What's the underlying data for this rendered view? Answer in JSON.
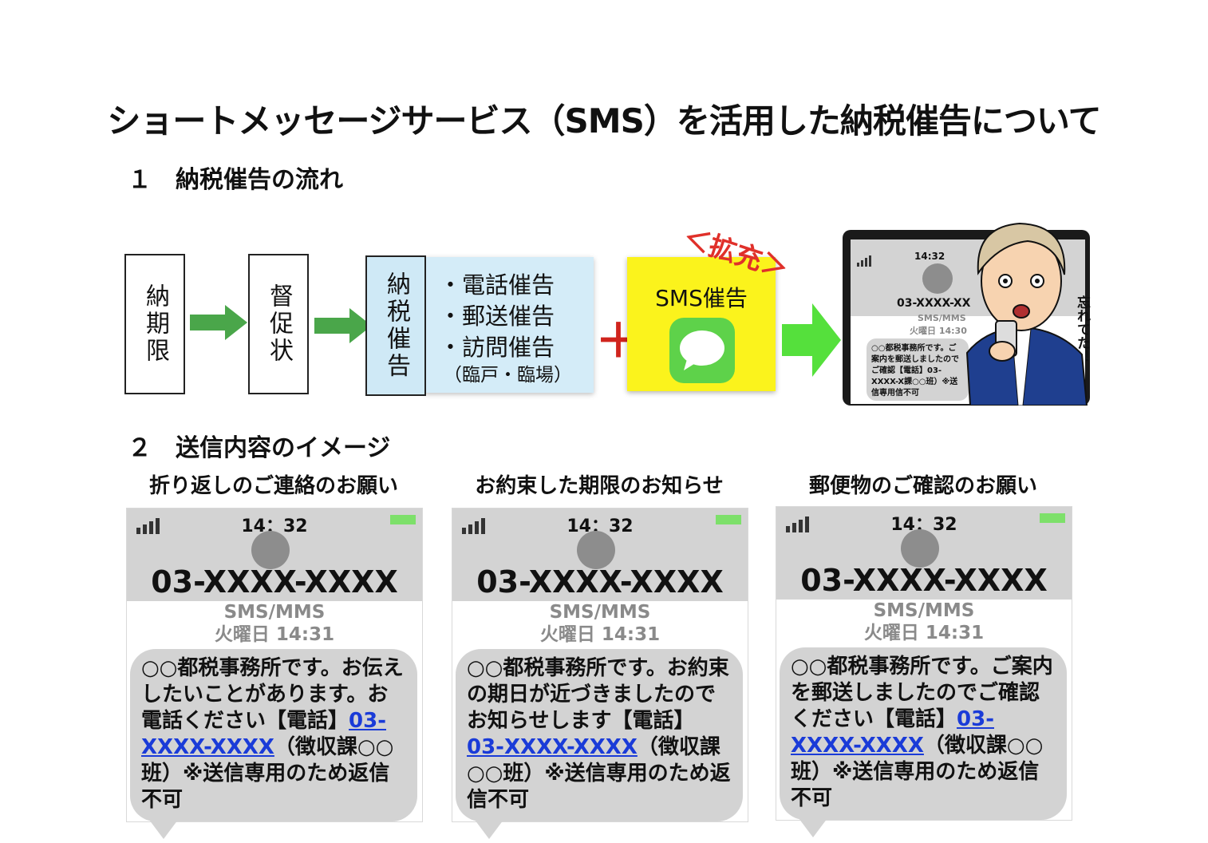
{
  "title": "ショートメッセージサービス（SMS）を活用した納税催告について",
  "section1": "１　納税催告の流れ",
  "flow": {
    "box1": "納期限",
    "box2": "督促状",
    "box3": "納税催告",
    "list": [
      "・電話催告",
      "・郵送催告",
      "・訪問催告"
    ],
    "list_sub": "（臨戸・臨場）",
    "plus": "＋",
    "sms_label": "SMS催告",
    "expand": "＜拡充＞",
    "illustration_speech": "忘れてた！",
    "tablet_time": "14:32",
    "tablet_number": "03-XXXX-XX",
    "tablet_sms": "SMS/MMS",
    "tablet_day": "火曜日 14:30",
    "tablet_msg": "○○都税事務所です。ご案内を郵送しましたのでご確認【電話】03-XXXX-X課○○班）※送信専用信不可"
  },
  "section2": "２　送信内容のイメージ",
  "messages": [
    {
      "heading": "折り返しのご連絡のお願い",
      "time": "14：32",
      "number": "03-XXXX-XXXX",
      "sms": "SMS/MMS",
      "day": "火曜日 14:31",
      "text_before": "○○都税事務所です。お伝えしたいことがあります。お電話ください【電話】",
      "link": "03-XXXX-XXXX",
      "text_after": "（徴収課○○班）※送信専用のため返信不可"
    },
    {
      "heading": "お約束した期限のお知らせ",
      "time": "14：32",
      "number": "03-XXXX-XXXX",
      "sms": "SMS/MMS",
      "day": "火曜日 14:31",
      "text_before": "○○都税事務所です。お約束の期日が近づきましたのでお知らせします【電話】",
      "link": "03-XXXX-XXXX",
      "text_after": "（徴収課○○班）※送信専用のため返信不可"
    },
    {
      "heading": "郵便物のご確認のお願い",
      "time": "14：32",
      "number": "03-XXXX-XXXX",
      "sms": "SMS/MMS",
      "day": "火曜日 14:31",
      "text_before": "○○都税事務所です。ご案内を郵送しましたのでご確認ください【電話】",
      "link": "03-XXXX-XXXX",
      "text_after": "（徴収課○○班）※送信専用のため返信不可"
    }
  ],
  "colors": {
    "accent_red": "#d0241d",
    "arrow_green": "#4aa64a",
    "sms_yellow": "#fbf31c",
    "link_blue": "#1a3bd8"
  }
}
